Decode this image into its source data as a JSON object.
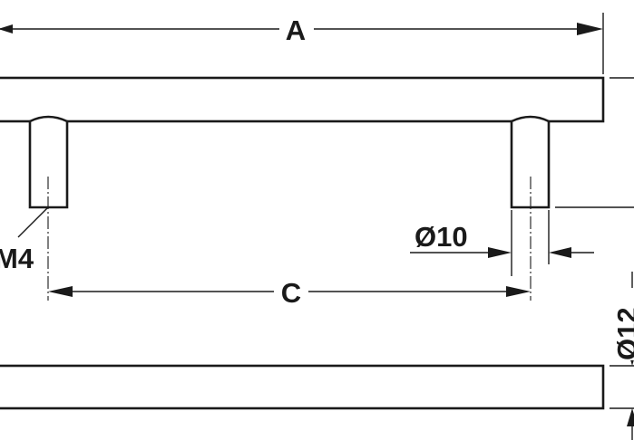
{
  "drawing": {
    "labels": {
      "overall_length": "A",
      "center_distance": "C",
      "leg_diameter": "Ø10",
      "thread": "M4",
      "bar_diameter": "Ø12"
    },
    "line_color": "#1a1a1a",
    "background_color": "#ffffff"
  }
}
